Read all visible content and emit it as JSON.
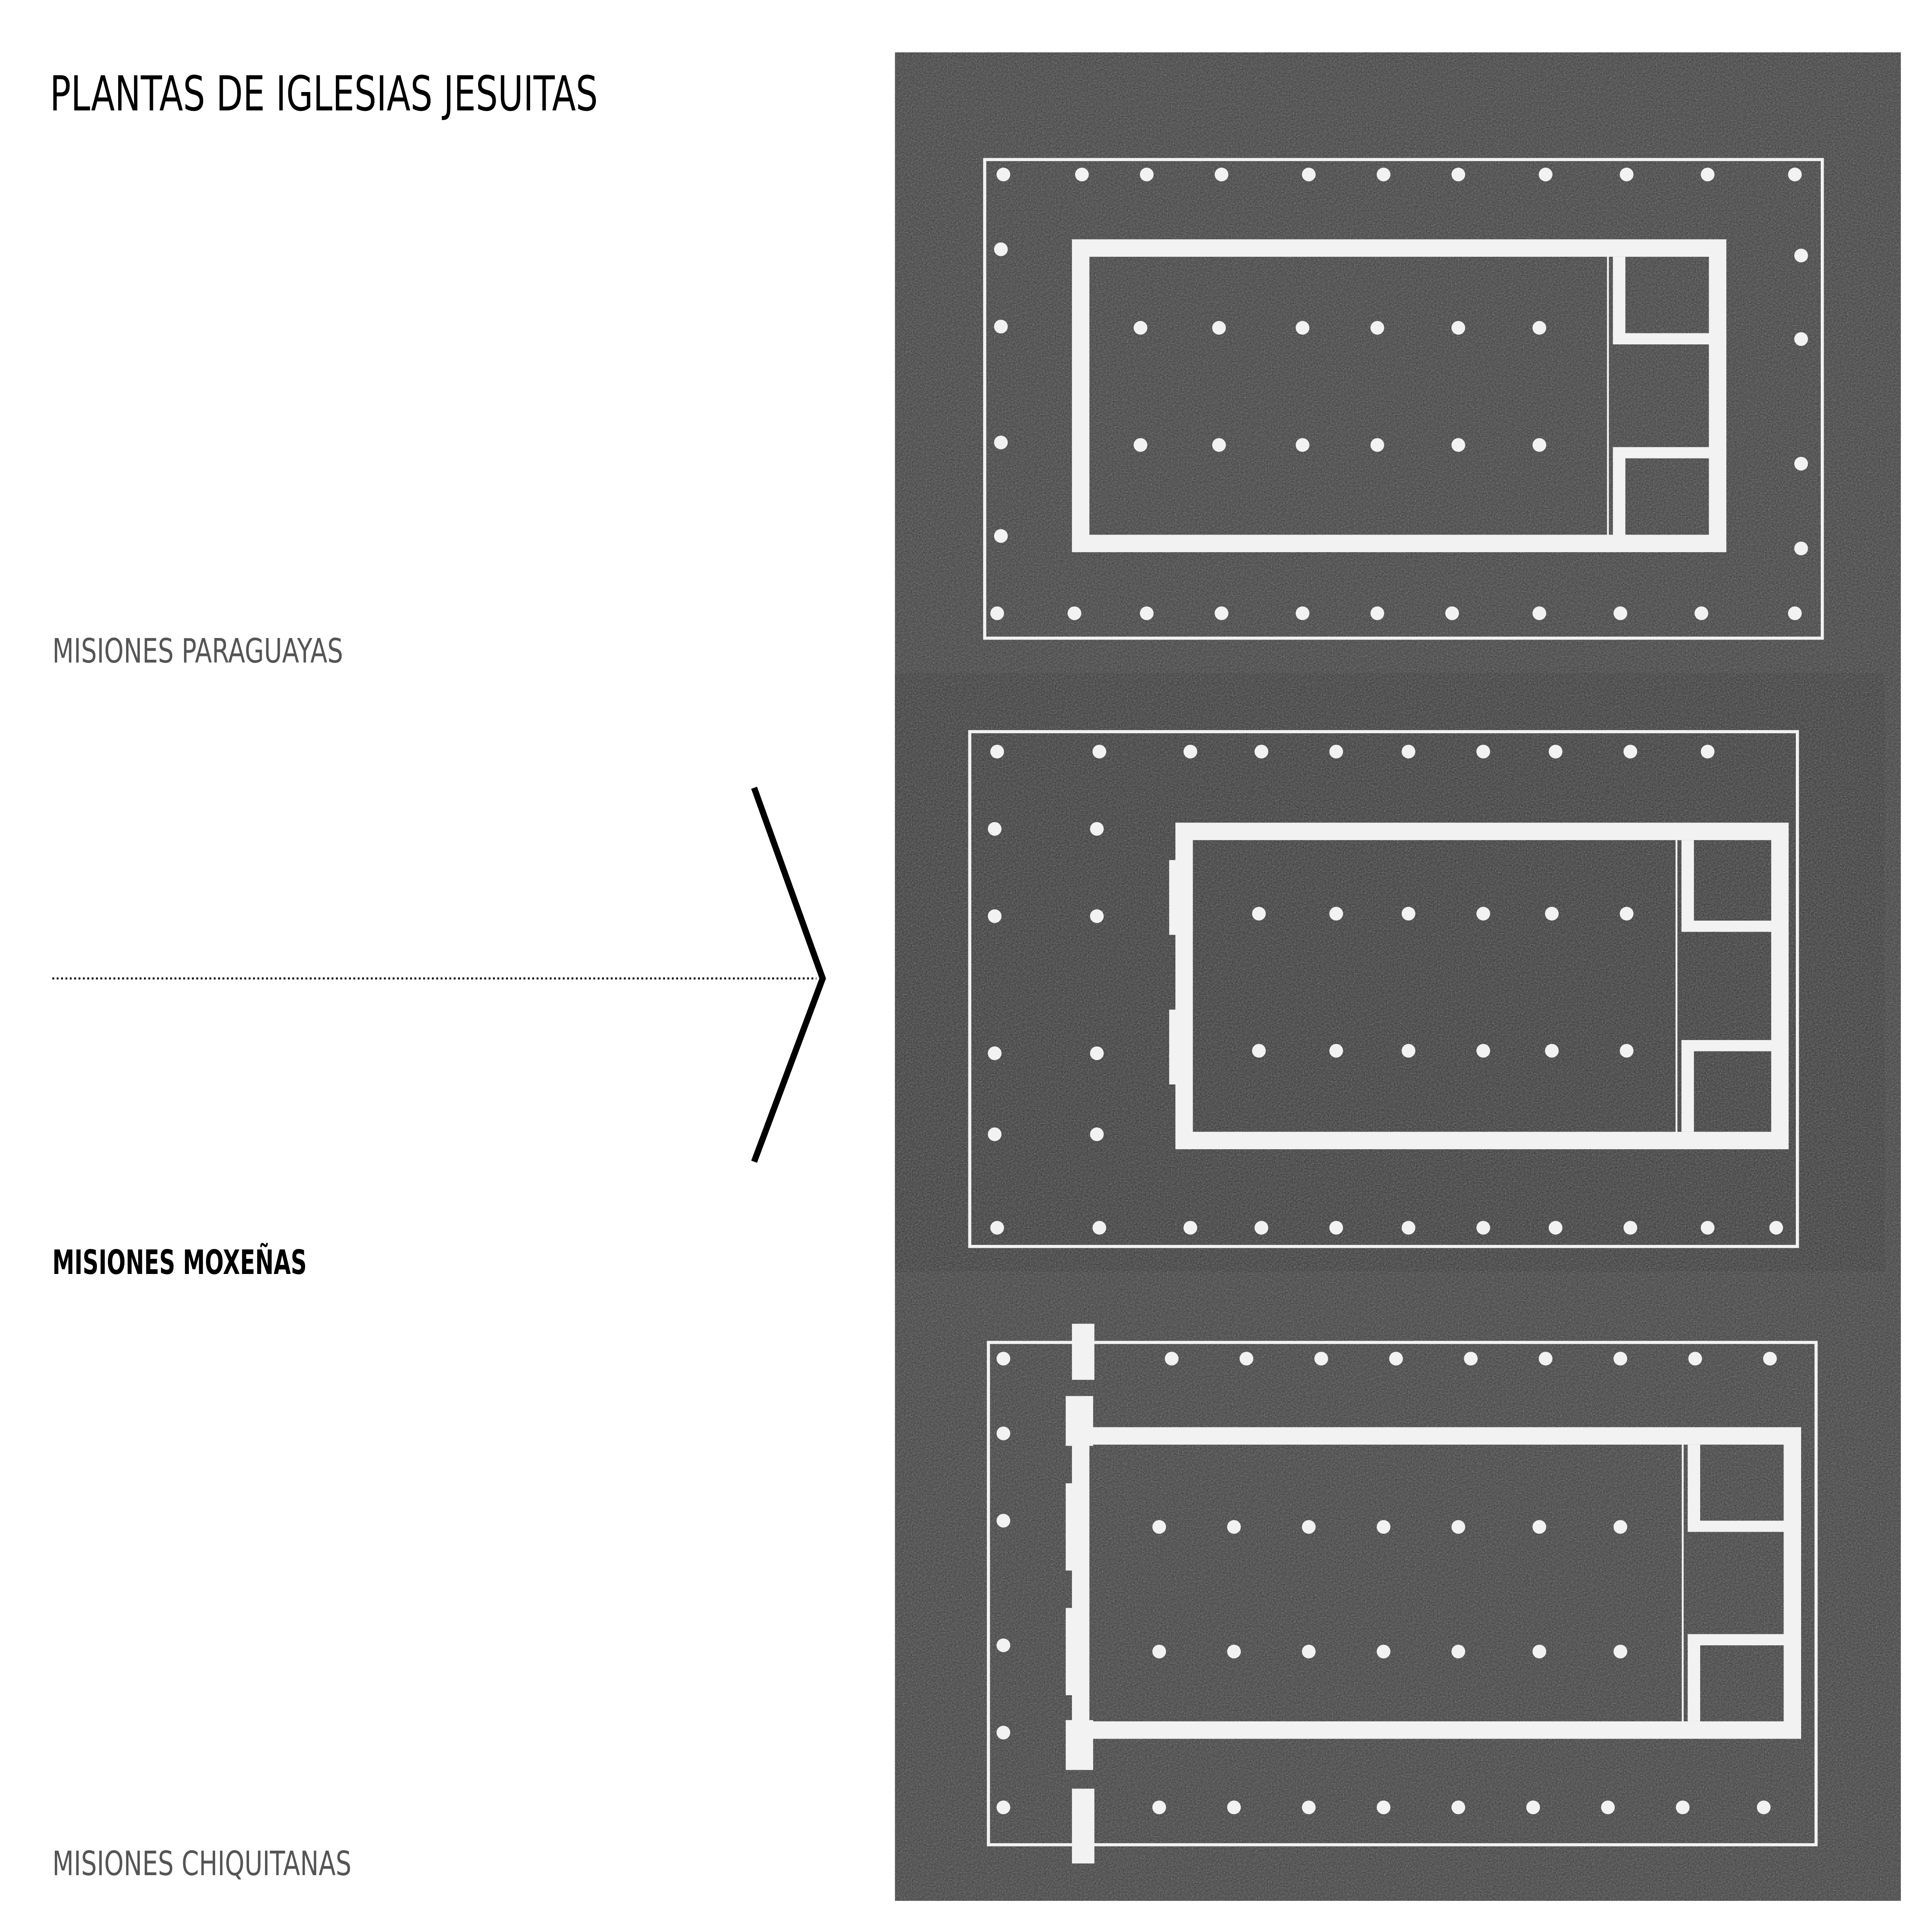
{
  "title": "PLANTAS DE IGLESIAS JESUITAS",
  "labels": {
    "paraguayas": "MISIONES PARAGUAYAS",
    "moxenas": "MISIONES MOXEÑAS",
    "chiquitanas": "MISIONES CHIQUITANAS"
  },
  "highlighted": "moxenas",
  "colors": {
    "panel": "#3c3c3c",
    "panel_mid": "#343434",
    "line": "#f2f2f2",
    "ink": "#000000"
  }
}
